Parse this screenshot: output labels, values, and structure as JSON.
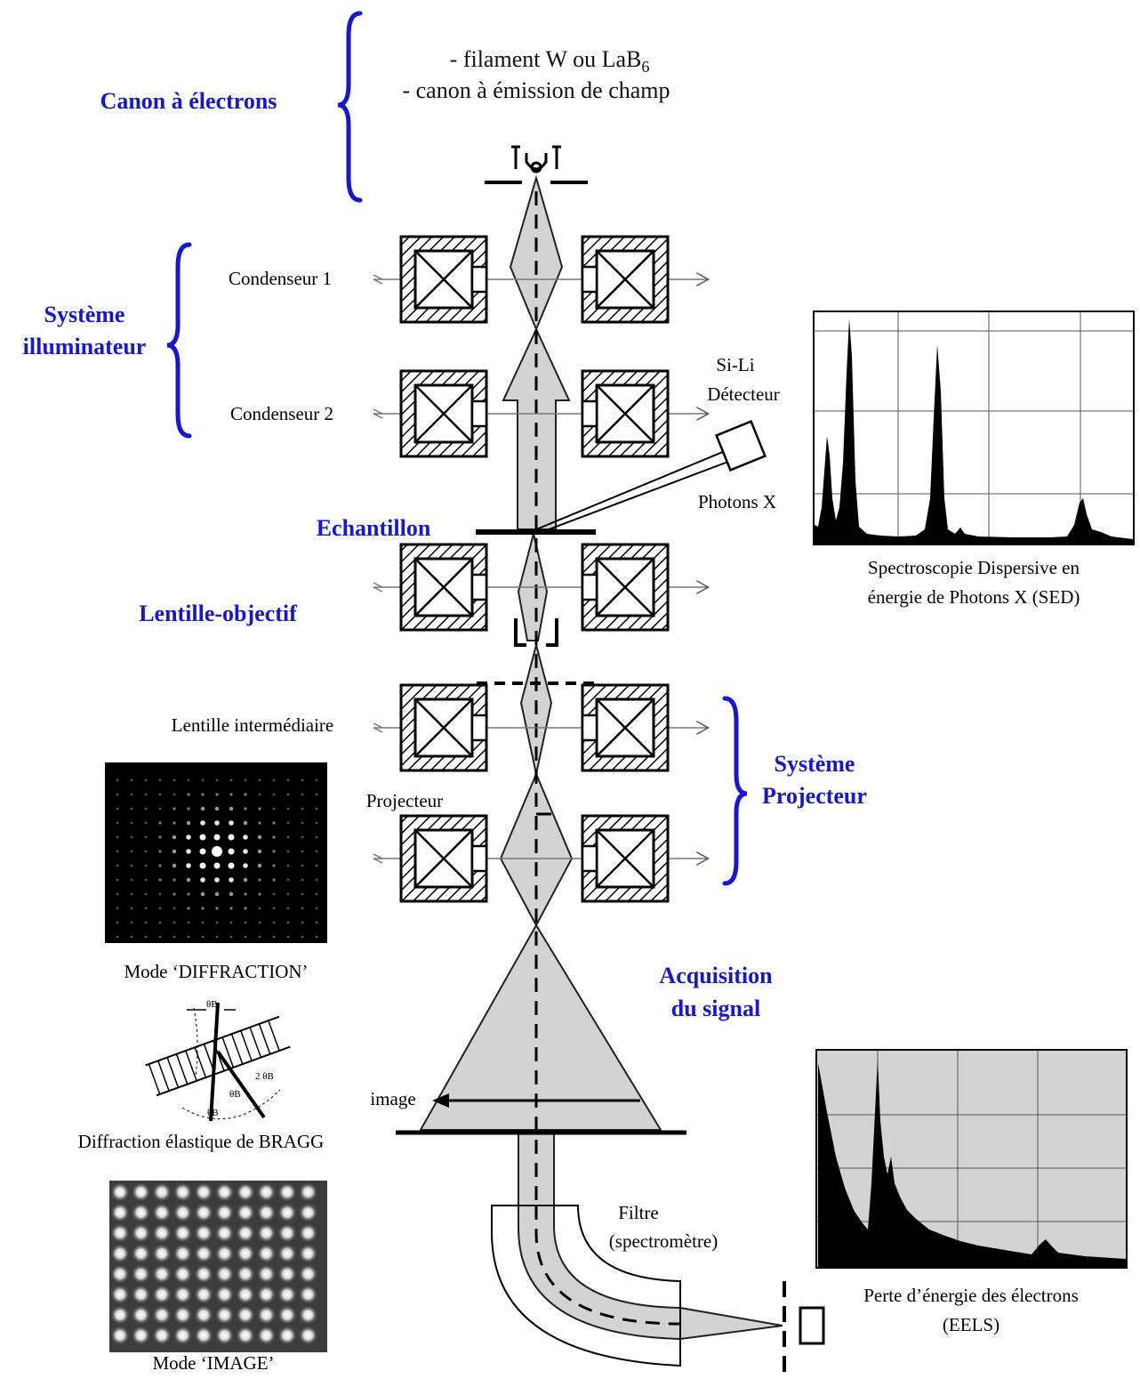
{
  "gun": {
    "title": "Canon à électrons",
    "line1": "- filament W ou LaB",
    "line1_sub": "6",
    "line2": "- canon à émission de champ"
  },
  "illuminator": {
    "title_1": "Système",
    "title_2": "illuminateur",
    "condenser1": "Condenseur 1",
    "condenser2": "Condenseur 2"
  },
  "specimen": {
    "label": "Echantillon"
  },
  "objective": {
    "label": "Lentille-objectif"
  },
  "detector": {
    "line1": "Si-Li",
    "line2": "Détecteur",
    "photons": "Photons X"
  },
  "eds": {
    "caption_1": "Spectroscopie Dispersive en",
    "caption_2": "énergie de Photons X (SED)"
  },
  "projection": {
    "intermediate": "Lentille intermédiaire",
    "projector": "Projecteur",
    "title_1": "Système",
    "title_2": "Projecteur"
  },
  "acquisition": {
    "title_1": "Acquisition",
    "title_2": "du signal"
  },
  "diffraction_mode": {
    "caption": "Mode ‘DIFFRACTION’"
  },
  "bragg": {
    "caption": "Diffraction élastique de BRAGG",
    "theta": "θB",
    "two_theta": "2 θB"
  },
  "image_plane": {
    "label": "image"
  },
  "filter": {
    "line1": "Filtre",
    "line2": "(spectromètre)"
  },
  "eels": {
    "caption_1": "Perte d’énergie des électrons",
    "caption_2": "(EELS)"
  },
  "image_mode": {
    "caption": "Mode ‘IMAGE’"
  },
  "colors": {
    "accent": "#1616d8",
    "beam": "#d3d3d3",
    "ink": "#000000"
  }
}
